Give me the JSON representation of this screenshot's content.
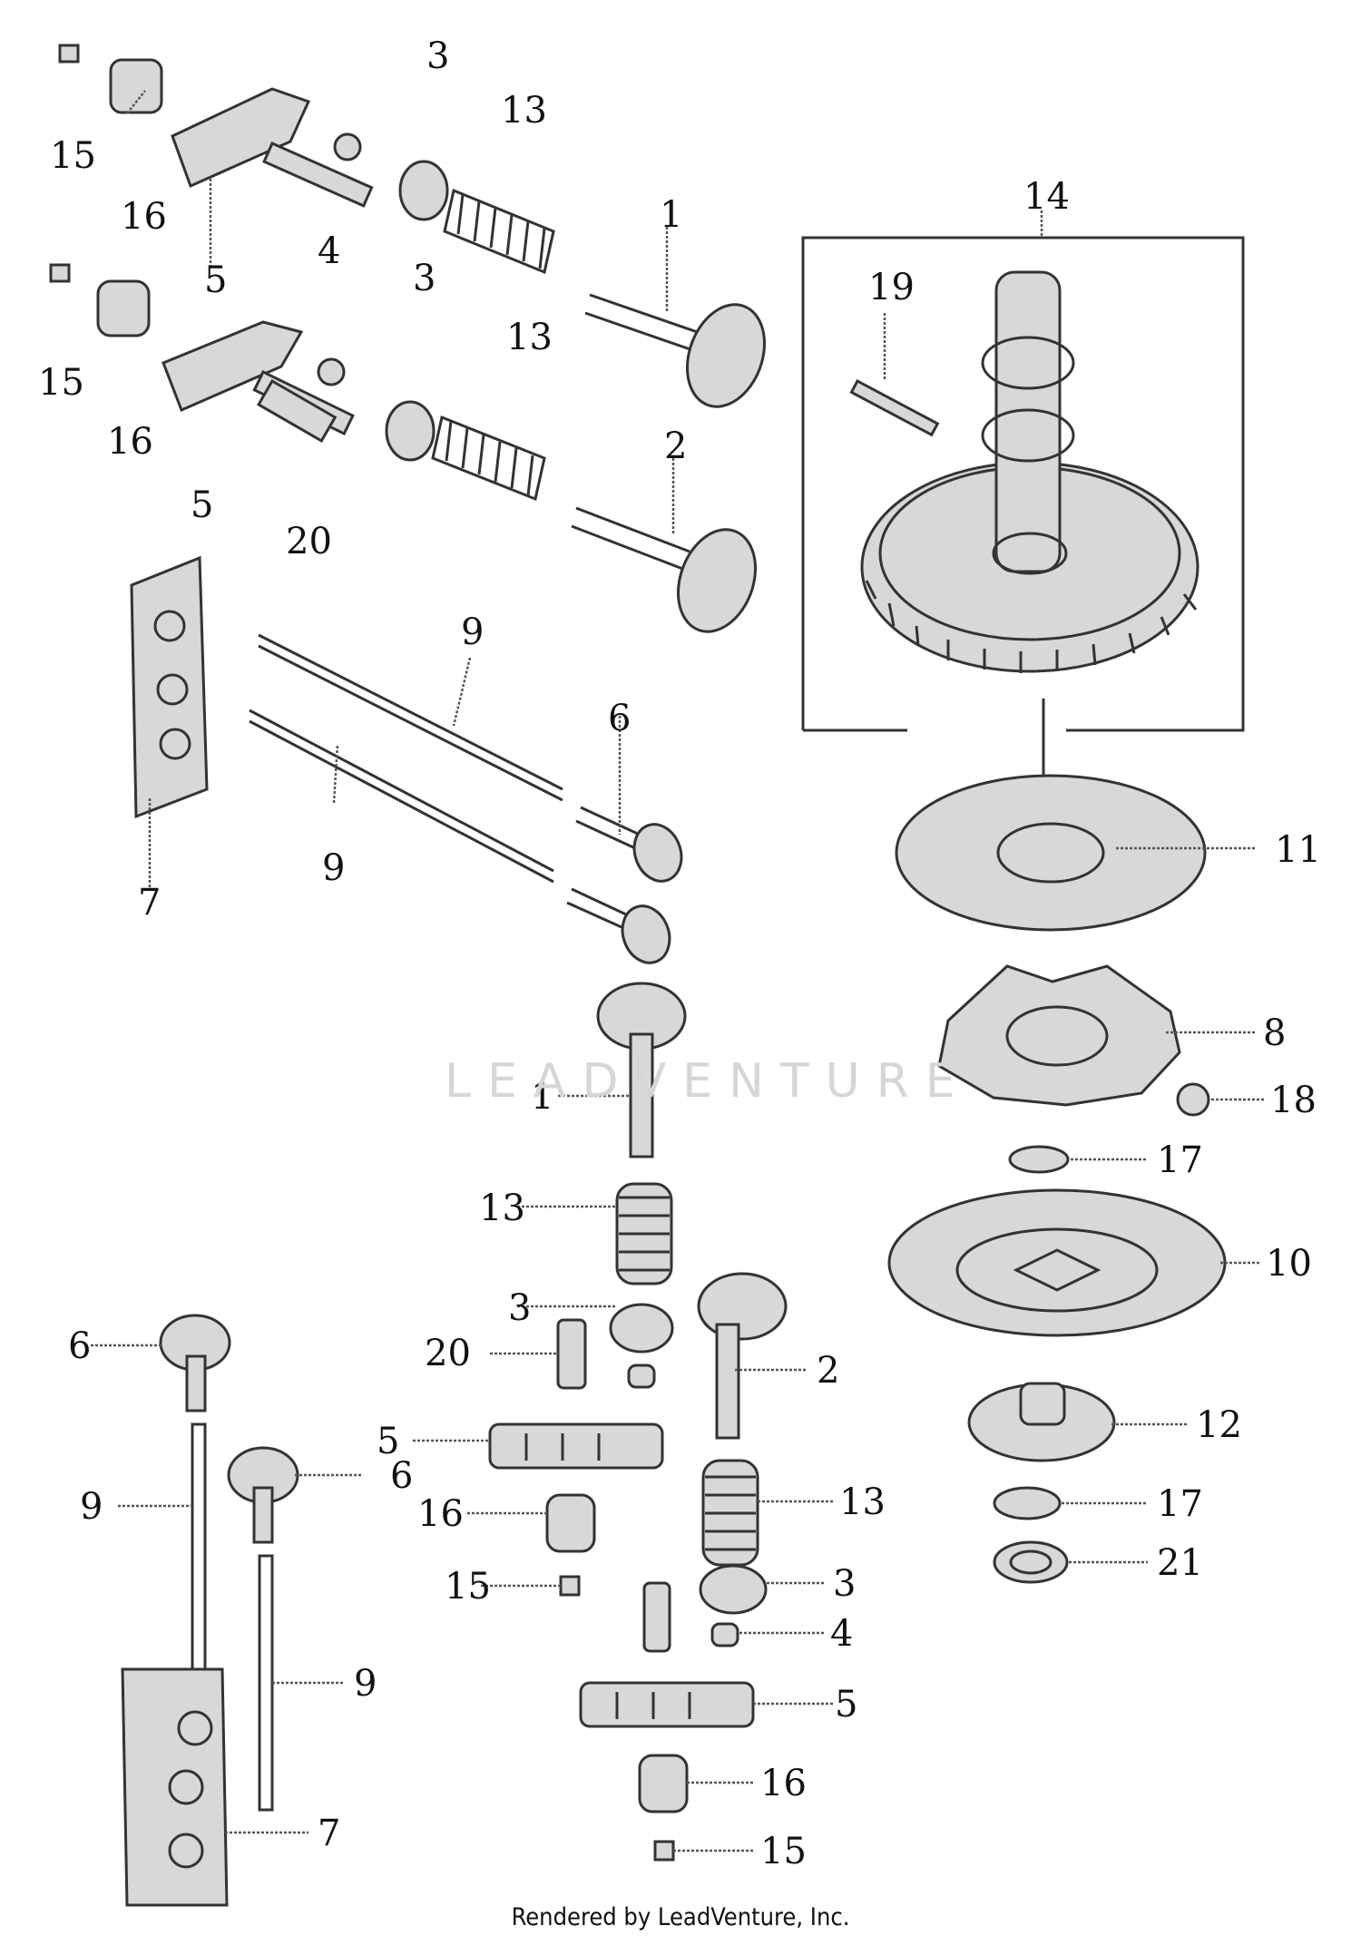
{
  "diagram": {
    "footer": "Rendered by LeadVenture, Inc.",
    "watermark": "LEADVENTURE",
    "callouts": [
      "1",
      "2",
      "3",
      "4",
      "5",
      "6",
      "7",
      "8",
      "9",
      "10",
      "11",
      "12",
      "13",
      "14",
      "15",
      "16",
      "17",
      "18",
      "19",
      "20",
      "21"
    ]
  }
}
